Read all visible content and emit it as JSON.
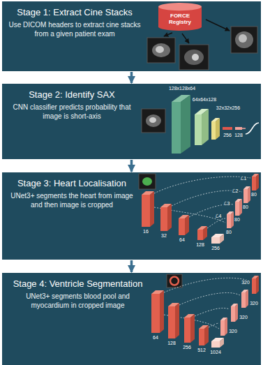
{
  "diagram": {
    "nodes": [
      {
        "text": [
          "Stage 1: Extract Cine Stacks",
          "Use DICOM headers to extract cine stacks from a given patient exam"
        ]
      },
      {
        "text": [
          "FORCE Registry"
        ],
        "in": 0
      },
      {
        "text": [
          "Stage 2: Identify SAX",
          "CNN classifier predicts probability that image is short-axis"
        ]
      },
      {
        "text": [
          "Stage 3: Heart Localisation",
          "UNet3+ segments the heart from image and then image is cropped"
        ]
      },
      {
        "text": [
          "Stage 4: Ventricle Segmentation",
          "UNet3+ segments blood pool and myocardium in cropped image"
        ]
      }
    ],
    "edges": [
      {
        "from": 0,
        "to": 2,
        "arrow": "to"
      },
      {
        "from": 2,
        "to": 3,
        "arrow": "to"
      },
      {
        "from": 3,
        "to": 4,
        "arrow": "to"
      }
    ],
    "labels": [
      "128x128x64",
      "64x64x128",
      "32x32x256",
      "256",
      "128",
      "16",
      "32",
      "64",
      "128",
      "256",
      "ℒ1",
      "ℒ2",
      "ℒ3",
      "ℒ4",
      "80",
      "80",
      "80",
      "80",
      "64",
      "128",
      "256",
      "512",
      "1024",
      "320",
      "320",
      "320",
      "320"
    ]
  }
}
